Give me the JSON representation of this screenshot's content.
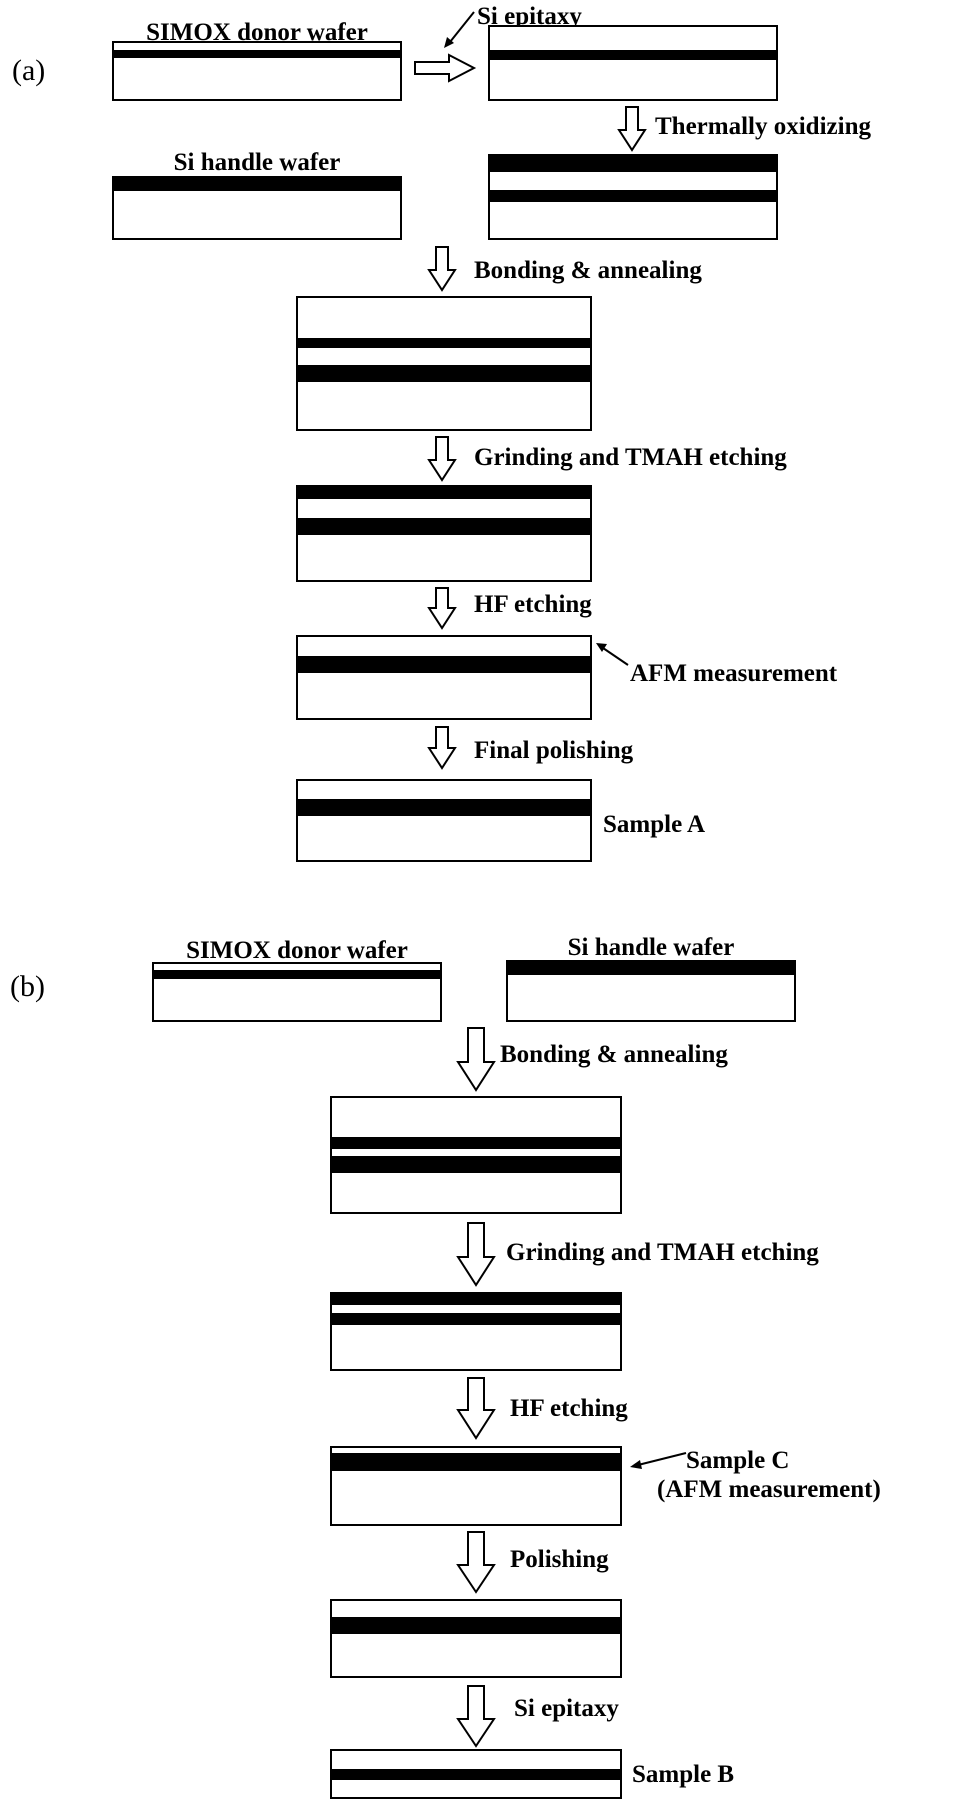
{
  "panel_a": {
    "part_label": "(a)",
    "simox_donor_wafer": "SIMOX donor wafer",
    "si_epitaxy": "Si epitaxy",
    "thermally_oxidizing": "Thermally oxidizing",
    "si_handle_wafer": "Si handle wafer",
    "bonding_annealing": "Bonding & annealing",
    "grinding_tmah": "Grinding and TMAH etching",
    "hf_etching": "HF etching",
    "afm_measurement": "AFM measurement",
    "final_polishing": "Final polishing",
    "sample_a": "Sample A"
  },
  "panel_b": {
    "part_label": "(b)",
    "simox_donor_wafer": "SIMOX donor wafer",
    "si_handle_wafer": "Si handle wafer",
    "bonding_annealing": "Bonding & annealing",
    "grinding_tmah": "Grinding and TMAH etching",
    "hf_etching": "HF etching",
    "sample_c": "Sample C",
    "sample_c_note": "(AFM measurement)",
    "polishing": "Polishing",
    "si_epitaxy": "Si epitaxy",
    "sample_b": "Sample B"
  }
}
